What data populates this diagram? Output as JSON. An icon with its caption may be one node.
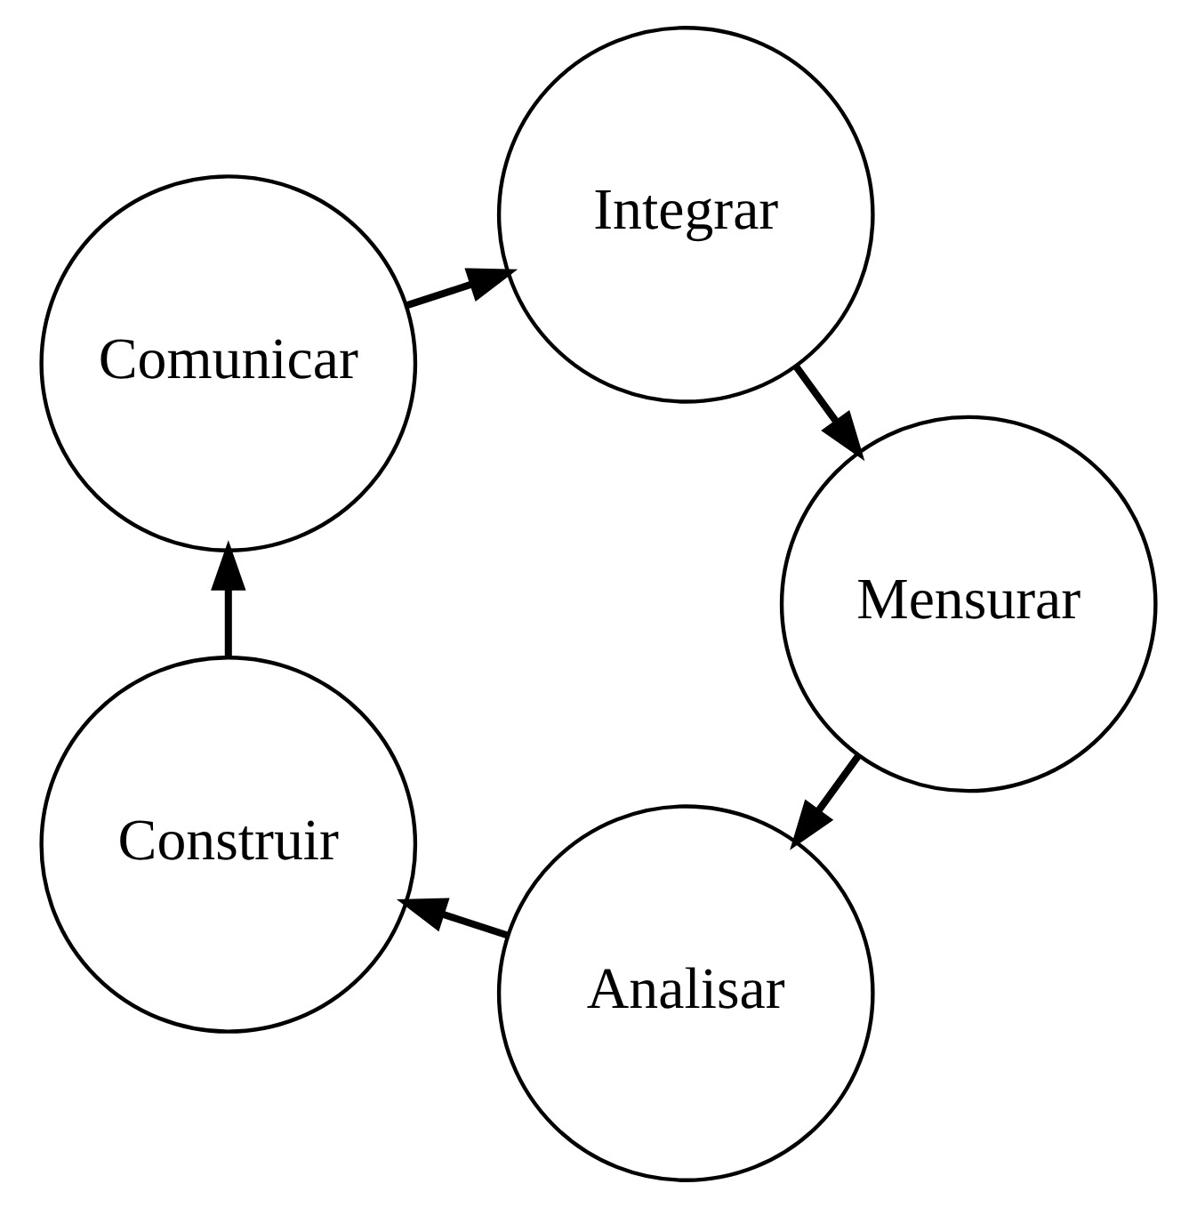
{
  "diagram": {
    "nodes": [
      {
        "text": [
          "Analisar"
        ]
      },
      {
        "text": [
          "Construir"
        ]
      },
      {
        "text": [
          "Comunicar"
        ]
      },
      {
        "text": [
          "Integrar"
        ]
      },
      {
        "text": [
          "Mensurar"
        ]
      }
    ],
    "edges": [
      {
        "from": 0,
        "to": 1,
        "arrow": "to"
      },
      {
        "from": 1,
        "to": 2,
        "arrow": "to"
      },
      {
        "from": 2,
        "to": 3,
        "arrow": "to"
      },
      {
        "from": 3,
        "to": 4,
        "arrow": "to"
      },
      {
        "from": 4,
        "to": 0,
        "arrow": "to"
      }
    ]
  }
}
